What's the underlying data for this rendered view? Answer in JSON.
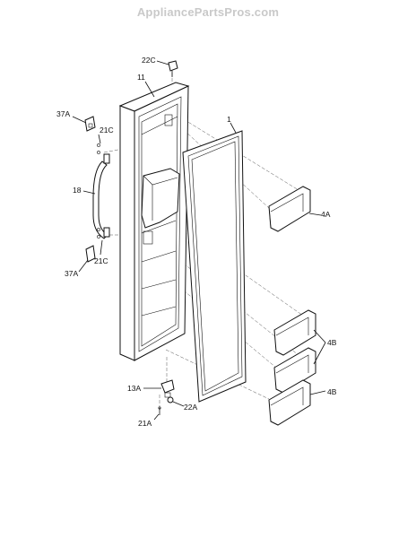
{
  "watermark": "AppliancePartsPros.com",
  "callouts": {
    "c22C": "22C",
    "c11": "11",
    "c1": "1",
    "c37A_top": "37A",
    "c21C_top": "21C",
    "c18": "18",
    "c4A": "4A",
    "c21C_bot": "21C",
    "c37A_bot": "37A",
    "c4B_upper": "4B",
    "c13A": "13A",
    "c22A": "22A",
    "c4B_lower": "4B",
    "c21A": "21A"
  }
}
